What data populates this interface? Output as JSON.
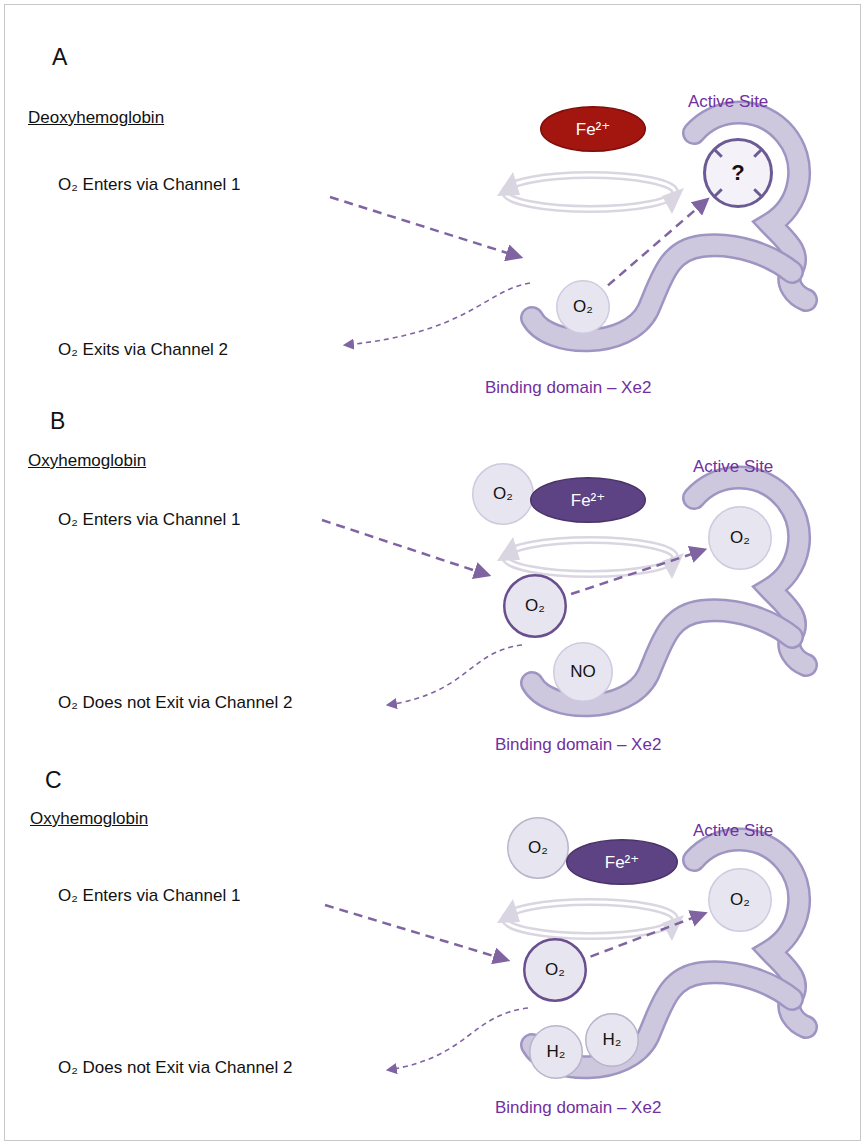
{
  "diagram": {
    "nodes": [
      {
        "text": [
          "Fe²⁺"
        ]
      },
      {
        "text": [
          "?"
        ]
      },
      {
        "text": [
          "O₂"
        ]
      },
      {
        "text": [
          "O₂"
        ]
      },
      {
        "text": [
          "Fe²⁺"
        ]
      },
      {
        "text": [
          "O₂"
        ]
      },
      {
        "text": [
          "O₂"
        ]
      },
      {
        "text": [
          "NO"
        ]
      },
      {
        "text": [
          "O₂"
        ]
      },
      {
        "text": [
          "Fe²⁺"
        ]
      },
      {
        "text": [
          "O₂"
        ]
      },
      {
        "text": [
          "O₂"
        ]
      },
      {
        "text": [
          "H₂"
        ]
      },
      {
        "text": [
          "H₂"
        ]
      }
    ],
    "edges": [
      {
        "from": 2,
        "to": 1,
        "arrow": "to"
      },
      {
        "from": 6,
        "to": 5,
        "arrow": "to"
      },
      {
        "from": 11,
        "to": 10,
        "arrow": "to"
      }
    ],
    "labels": [
      "A",
      "Deoxyhemoglobin",
      "O₂ Enters via Channel 1",
      "O₂ Exits via Channel 2",
      "Active Site",
      "Binding domain – Xe2",
      "B",
      "Oxyhemoglobin",
      "O₂ Enters via Channel 1",
      "O₂ Does not Exit via Channel 2",
      "Active Site",
      "Binding domain – Xe2",
      "C",
      "Oxyhemoglobin",
      "O₂ Enters via Channel 1",
      "O₂ Does not Exit via Channel 2",
      "Active Site",
      "Binding domain – Xe2"
    ]
  }
}
